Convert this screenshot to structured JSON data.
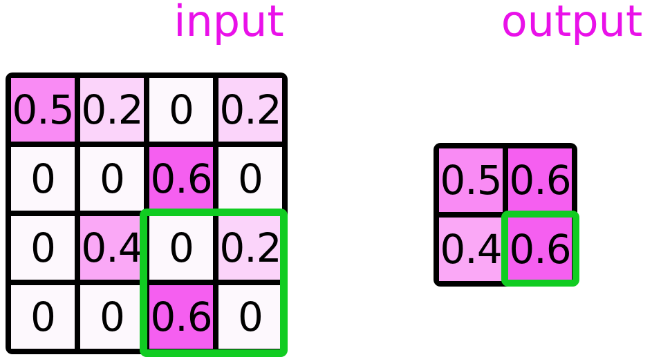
{
  "titles": {
    "input": "input",
    "output": "output"
  },
  "colors": {
    "title": "#e911e9",
    "grid_line": "#000000",
    "number": "#000000",
    "highlight": "#11cc22",
    "value_fill": {
      "0": "#fdf8fd",
      "0.2": "#fbd4fa",
      "0.4": "#faa8f6",
      "0.5": "#f98bf4",
      "0.6": "#f55ff0"
    }
  },
  "input_grid": {
    "rows": [
      [
        "0.5",
        "0.2",
        "0",
        "0.2"
      ],
      [
        "0",
        "0",
        "0.6",
        "0"
      ],
      [
        "0",
        "0.4",
        "0",
        "0.2"
      ],
      [
        "0",
        "0",
        "0.6",
        "0"
      ]
    ],
    "highlighted_cells": [
      [
        2,
        2
      ],
      [
        2,
        3
      ],
      [
        3,
        2
      ],
      [
        3,
        3
      ]
    ]
  },
  "output_grid": {
    "rows": [
      [
        "0.5",
        "0.6"
      ],
      [
        "0.4",
        "0.6"
      ]
    ],
    "highlighted_cells": [
      [
        1,
        1
      ]
    ]
  }
}
